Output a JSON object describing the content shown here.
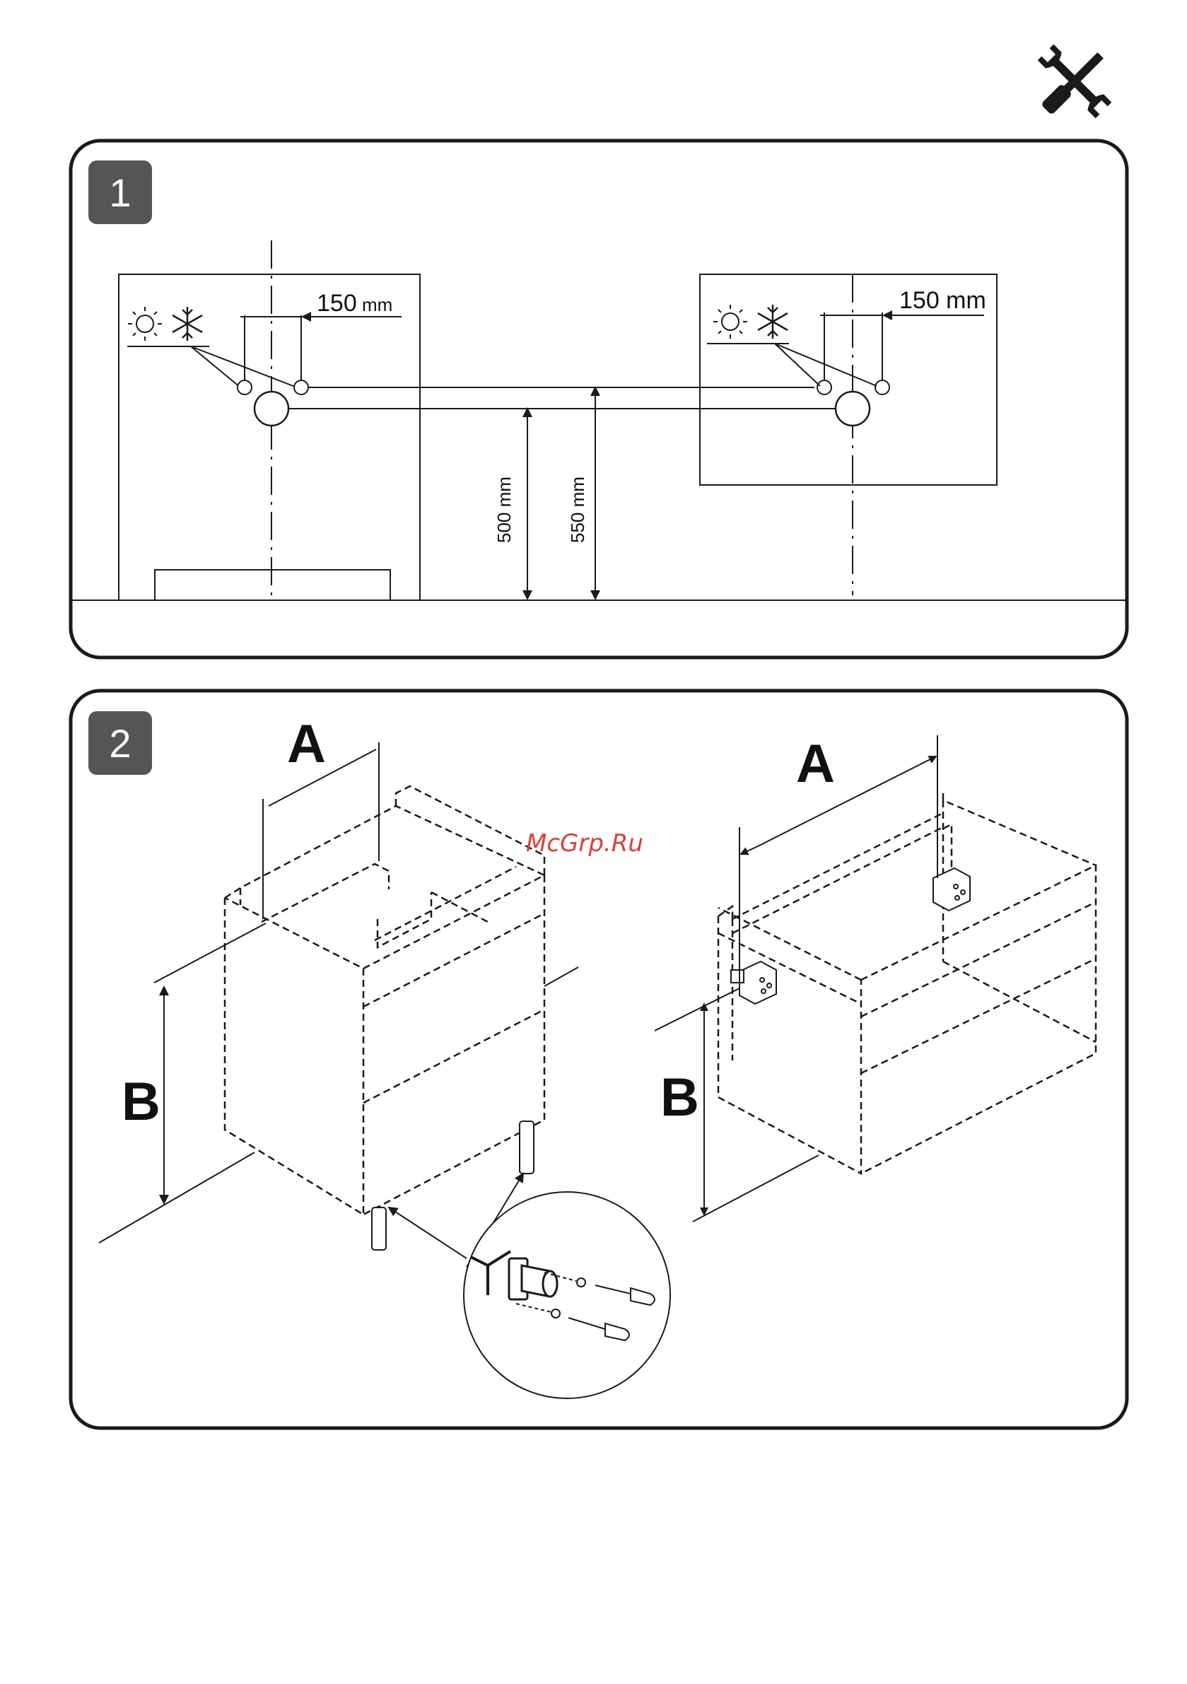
{
  "header": {
    "icon": "tools-icon"
  },
  "panels": [
    {
      "step": "1",
      "dimensions": {
        "left_offset": "150",
        "left_offset_unit": "mm",
        "right_offset": "150 mm",
        "height_low": "500 mm",
        "height_high": "550 mm"
      },
      "icons": [
        "sun-icon",
        "snowflake-icon"
      ]
    },
    {
      "step": "2",
      "labels": {
        "left_a": "A",
        "left_b": "B",
        "right_a": "A",
        "right_b": "B"
      },
      "watermark": "McGrp.Ru"
    }
  ],
  "colors": {
    "ink": "#1a1a1a",
    "badge": "#555555",
    "watermark": "#d8413a"
  }
}
